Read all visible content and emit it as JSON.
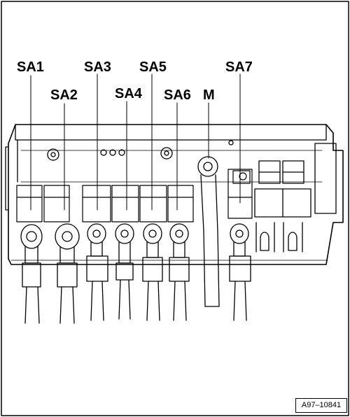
{
  "callouts": {
    "sa1": "SA1",
    "sa2": "SA2",
    "sa3": "SA3",
    "sa4": "SA4",
    "sa5": "SA5",
    "sa6": "SA6",
    "m": "M",
    "sa7": "SA7"
  },
  "figure_code": "A97–10841"
}
